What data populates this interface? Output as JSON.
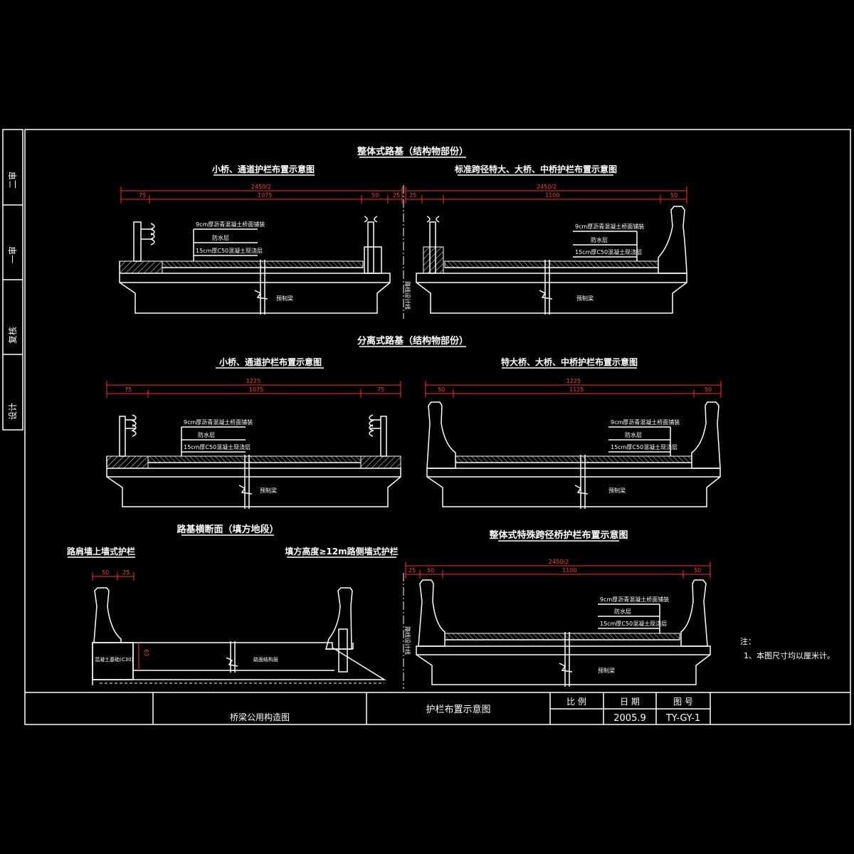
{
  "side_strip": {
    "labels": [
      "二审",
      "一审",
      "复核",
      "设计"
    ]
  },
  "headings": {
    "integral": "整体式路基（结构物部份）",
    "separated": "分离式路基（结构物部份）",
    "subgrade": "路基横断面（填方地段）",
    "special_span": "整体式特殊跨径桥护栏布置示意图"
  },
  "views": {
    "v1": {
      "title": "小桥、通道护栏布置示意图",
      "dims": {
        "total": "2450/2",
        "a": "75",
        "b": "1075",
        "c": "50",
        "d": "25"
      }
    },
    "v2": {
      "title": "标准跨径特大、大桥、中桥护栏布置示意图",
      "dims": {
        "total": "2450/2",
        "a": "25",
        "b": "1100",
        "c": "50"
      }
    },
    "v3": {
      "title": "小桥、通道护栏布置示意图",
      "dims": {
        "total": "1225",
        "a": "75",
        "b": "1075",
        "c": "75"
      }
    },
    "v4": {
      "title": "特大桥、大桥、中桥护栏布置示意图",
      "dims": {
        "total": "1225",
        "a": "50",
        "b": "1125",
        "c": "50"
      }
    },
    "v5": {
      "title_left": "路肩墙上墙式护栏",
      "title_right": "填方高度≥12m路侧墙式护栏",
      "dims": {
        "a": "50",
        "b": "25",
        "h": "63"
      },
      "labels": {
        "left_block": "混凝土基础(C30)",
        "right_block": "路面结构层"
      }
    },
    "v6": {
      "dims": {
        "total": "2450/2",
        "a": "25",
        "b": "50",
        "c": "1100",
        "d": "50"
      }
    }
  },
  "layers": {
    "asphalt": "9cm厚沥青混凝土桥面铺装",
    "waterproof": "防水层",
    "concrete": "15cm厚C50混凝土现浇层",
    "slab": "预制梁"
  },
  "centerline_label": "路线设计线",
  "notes": {
    "title": "注：",
    "items": [
      "1、本图尺寸均以厘米计。"
    ]
  },
  "title_block": {
    "project": "桥梁公用构造图",
    "drawing_title": "护栏布置示意图",
    "scale_label": "比  例",
    "date_label": "日  期",
    "number_label": "图  号",
    "scale_value": "",
    "date_value": "2005.9",
    "number_value": "TY-GY-1"
  },
  "colors": {
    "background": "#000000",
    "linework": "#ffffff",
    "dimension": "#ff2a2a"
  }
}
